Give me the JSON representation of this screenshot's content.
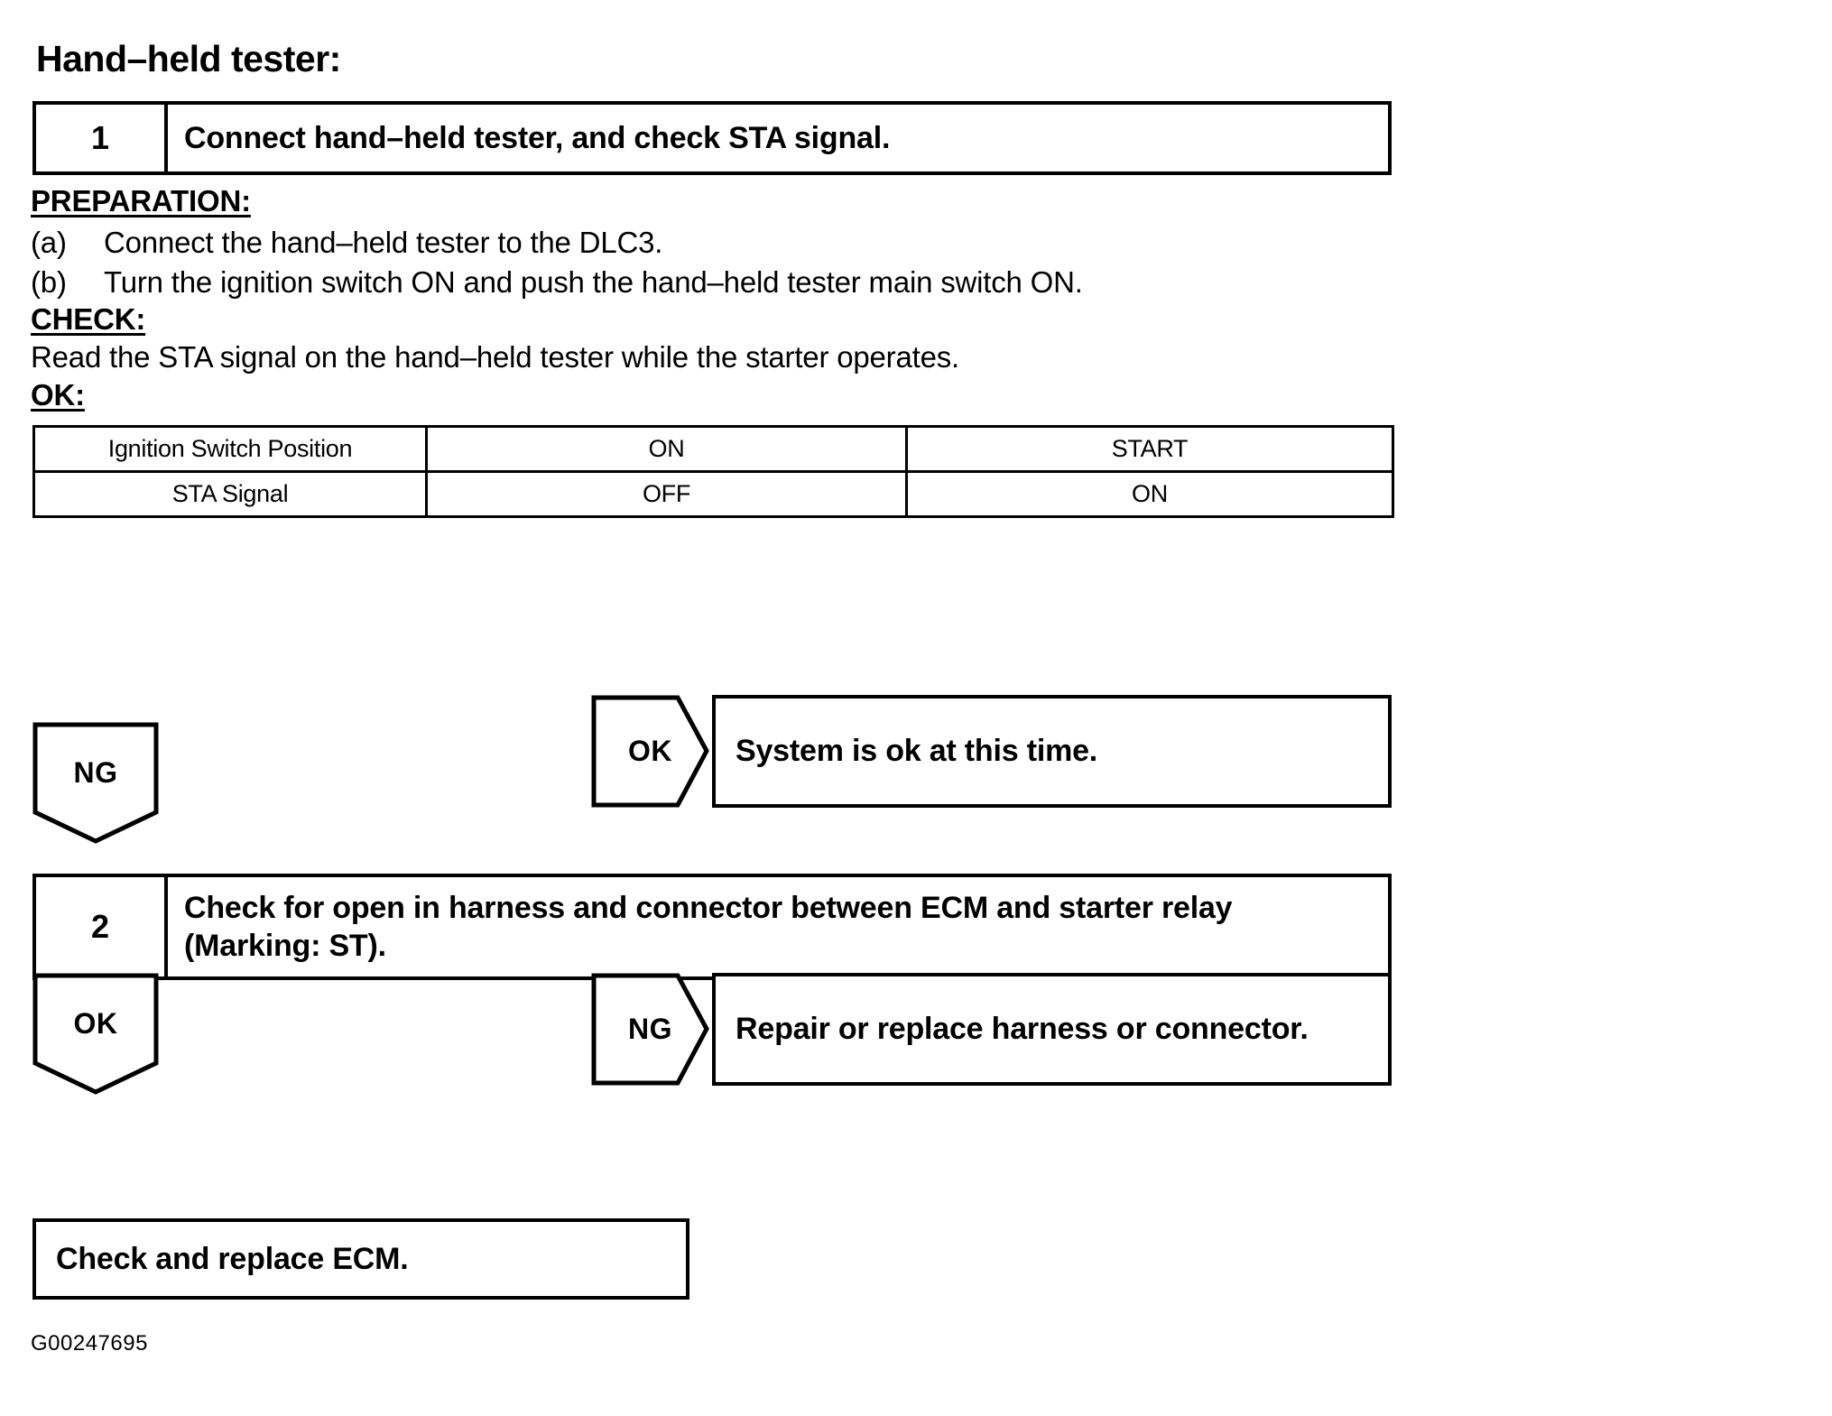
{
  "heading": "Hand–held tester:",
  "steps": [
    {
      "number": "1",
      "text": "Connect hand–held tester, and check STA signal."
    },
    {
      "number": "2",
      "text": "Check for open in harness and connector between ECM and starter relay (Marking: ST)."
    }
  ],
  "preparation": {
    "label": "PREPARATION:",
    "items": [
      {
        "marker": "(a)",
        "text": "Connect the hand–held tester to the DLC3."
      },
      {
        "marker": "(b)",
        "text": "Turn the ignition switch ON and push the hand–held tester main switch ON."
      }
    ]
  },
  "check": {
    "label": "CHECK:",
    "text": "Read the STA signal on the hand–held tester while the starter operates."
  },
  "ok": {
    "label": "OK:"
  },
  "result_table": {
    "rows": [
      {
        "header": "Ignition Switch Position",
        "on": "ON",
        "start": "START"
      },
      {
        "header": "STA Signal",
        "on": "OFF",
        "start": "ON"
      }
    ]
  },
  "branches": {
    "ng_step1": "NG",
    "ok_step1": "OK",
    "ok_step2": "OK",
    "ng_step2": "NG"
  },
  "outcomes": {
    "system_ok": "System is ok at this time.",
    "repair": "Repair or replace harness or connector.",
    "ecm": "Check and replace ECM."
  },
  "figure_id": "G00247695",
  "colors": {
    "ink": "#000000",
    "paper": "#ffffff"
  }
}
